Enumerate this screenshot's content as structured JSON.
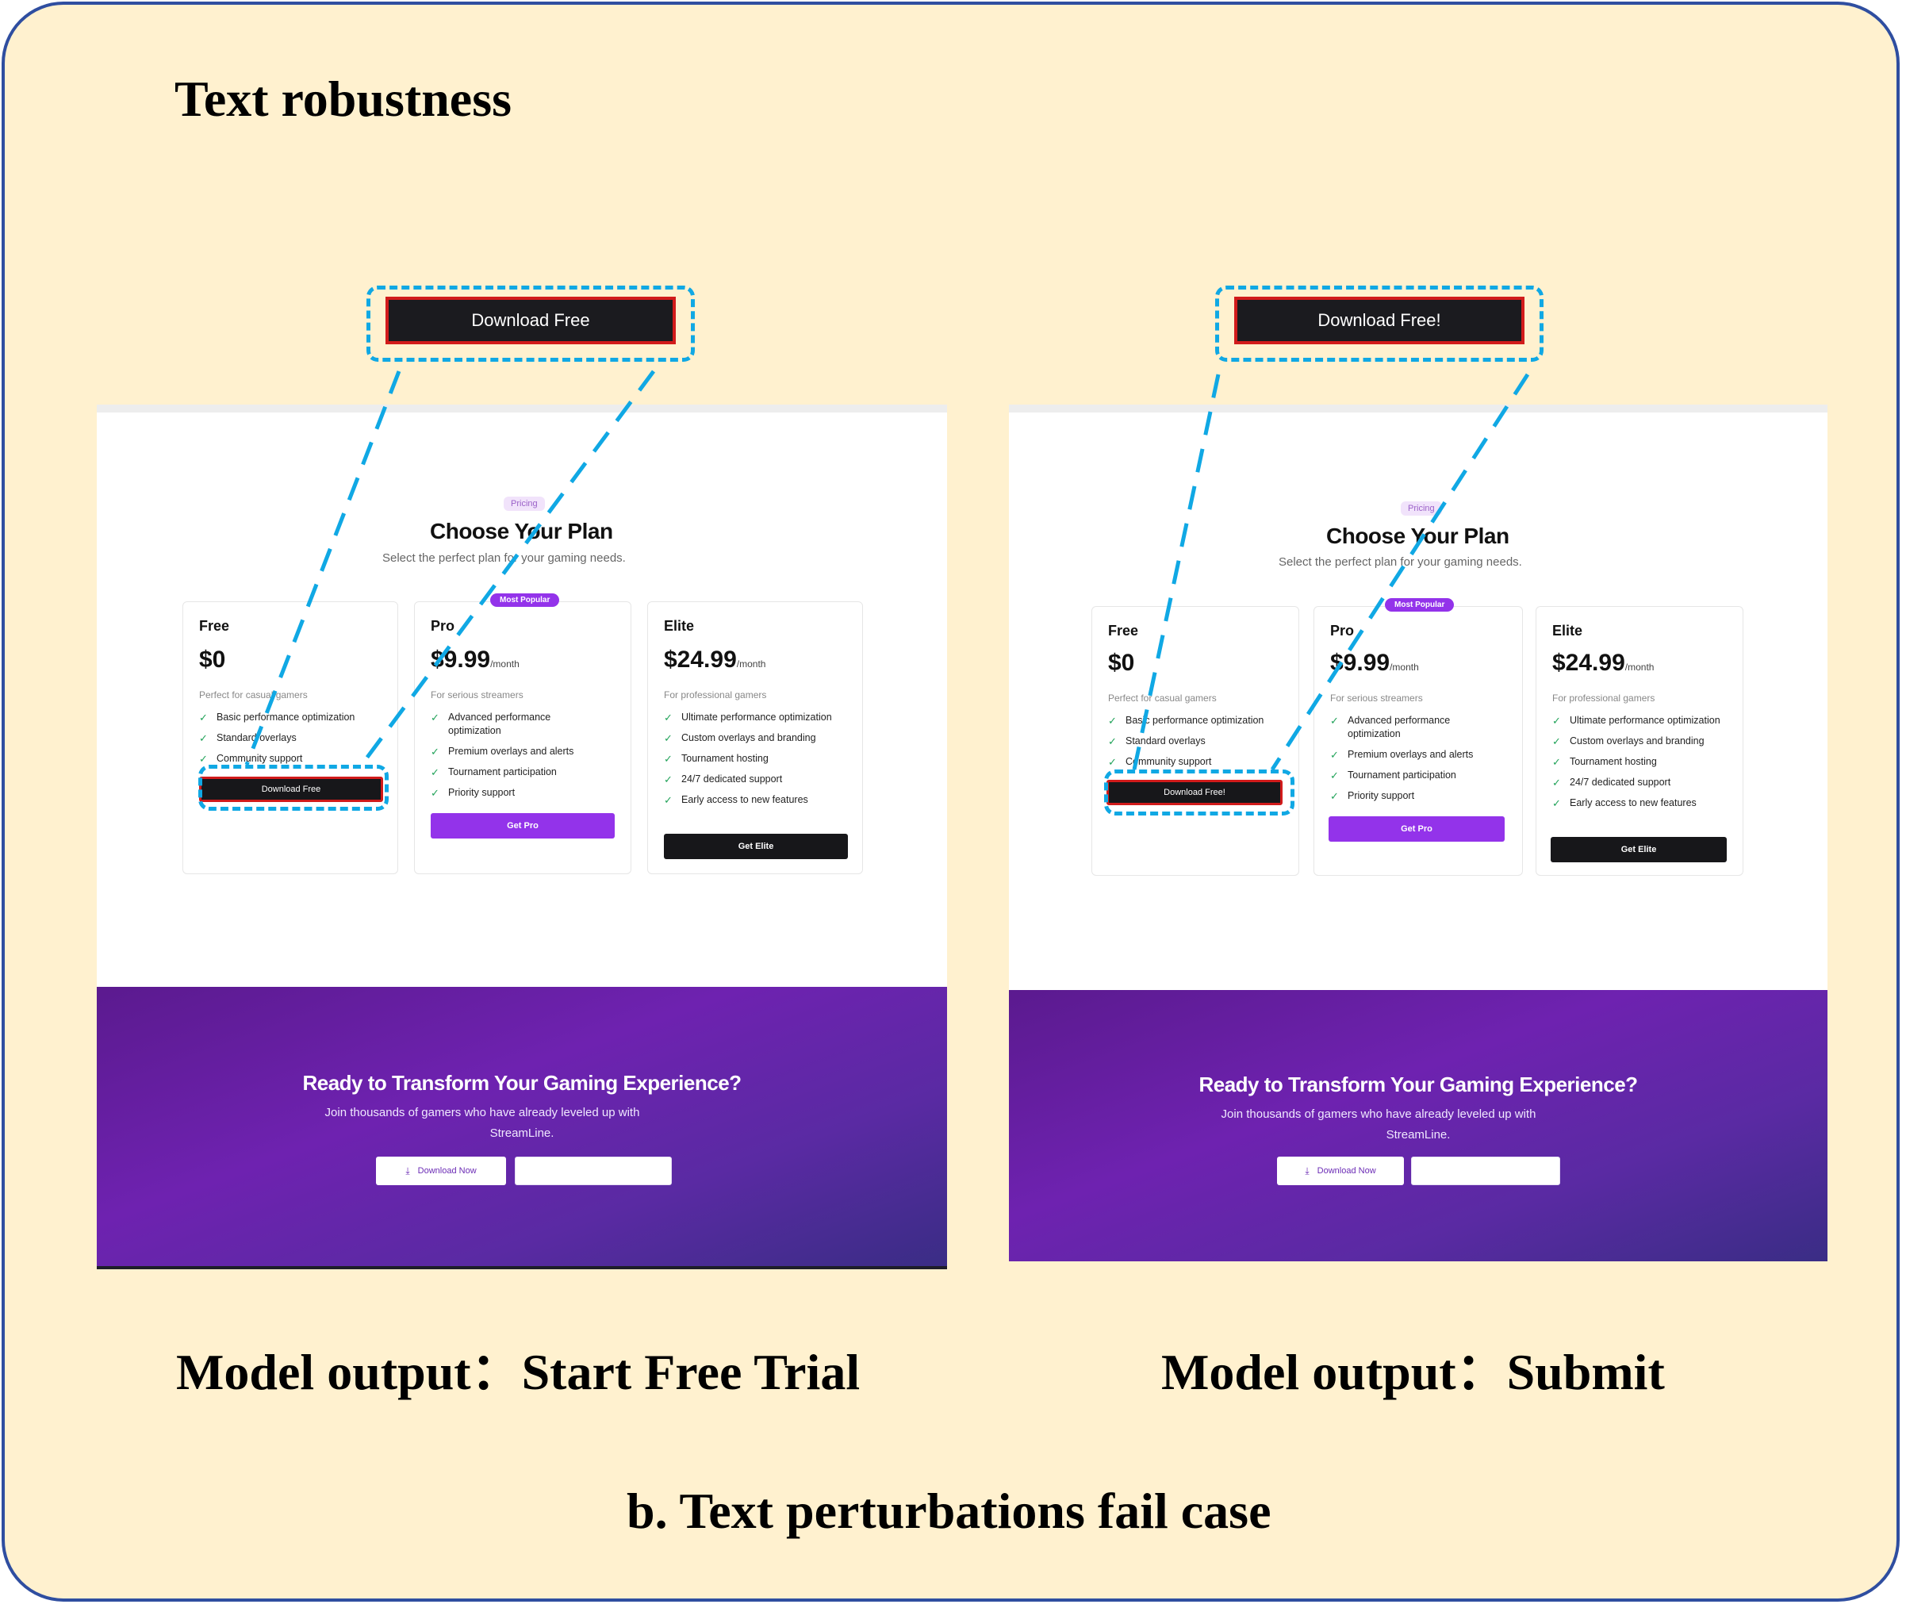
{
  "heading": "Text robustness",
  "caption": "b. Text perturbations fail case",
  "left": {
    "zoom_button": "Download Free",
    "model_output": "Model output：Start Free Trial",
    "page": {
      "badge": "Pricing",
      "title": "Choose Your Plan",
      "subtitle": "Select the perfect plan for your gaming needs.",
      "popular_badge": "Most Popular",
      "plans": [
        {
          "name": "Free",
          "price": "$0",
          "per": "",
          "desc": "Perfect for casual gamers",
          "features": [
            "Basic performance optimization",
            "Standard overlays",
            "Community support"
          ],
          "button": "Download Free"
        },
        {
          "name": "Pro",
          "price": "$9.99",
          "per": "/month",
          "desc": "For serious streamers",
          "features": [
            "Advanced performance optimization",
            "Premium overlays and alerts",
            "Tournament participation",
            "Priority support"
          ],
          "button": "Get Pro"
        },
        {
          "name": "Elite",
          "price": "$24.99",
          "per": "/month",
          "desc": "For professional gamers",
          "features": [
            "Ultimate performance optimization",
            "Custom overlays and branding",
            "Tournament hosting",
            "24/7 dedicated support",
            "Early access to new features"
          ],
          "button": "Get Elite"
        }
      ],
      "cta_title": "Ready to Transform Your Gaming Experience?",
      "cta_text_1": "Join thousands of gamers who have already leveled up with",
      "cta_text_2": "StreamLine.",
      "cta_button": "Download Now"
    }
  },
  "right": {
    "zoom_button": "Download Free!",
    "model_output": "Model output：Submit",
    "page": {
      "badge": "Pricing",
      "title": "Choose Your Plan",
      "subtitle": "Select the perfect plan for your gaming needs.",
      "popular_badge": "Most Popular",
      "plans": [
        {
          "name": "Free",
          "price": "$0",
          "per": "",
          "desc": "Perfect for casual gamers",
          "features": [
            "Basic performance optimization",
            "Standard overlays",
            "Community support"
          ],
          "button": "Download Free!"
        },
        {
          "name": "Pro",
          "price": "$9.99",
          "per": "/month",
          "desc": "For serious streamers",
          "features": [
            "Advanced performance optimization",
            "Premium overlays and alerts",
            "Tournament participation",
            "Priority support"
          ],
          "button": "Get Pro"
        },
        {
          "name": "Elite",
          "price": "$24.99",
          "per": "/month",
          "desc": "For professional gamers",
          "features": [
            "Ultimate performance optimization",
            "Custom overlays and branding",
            "Tournament hosting",
            "24/7 dedicated support",
            "Early access to new features"
          ],
          "button": "Get Elite"
        }
      ],
      "cta_title": "Ready to Transform Your Gaming Experience?",
      "cta_text_1": "Join thousands of gamers who have already leveled up with",
      "cta_text_2": "StreamLine.",
      "cta_button": "Download Now"
    }
  },
  "colors": {
    "background": "#fff1cf",
    "frame_border": "#2f4ea0",
    "callout": "#10a8e4",
    "highlight": "#d11b1b",
    "accent_purple": "#9333ea"
  }
}
